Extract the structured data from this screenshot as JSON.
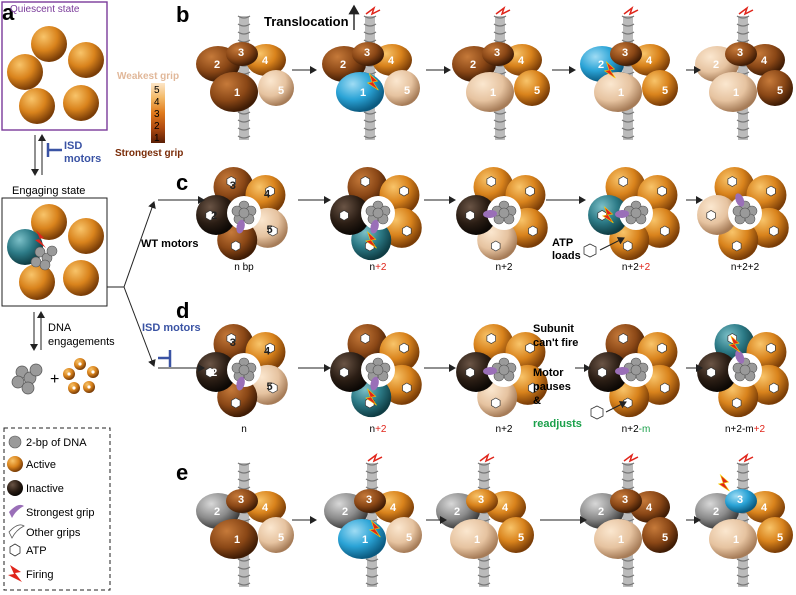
{
  "panels": {
    "a": "a",
    "b": "b",
    "c": "c",
    "d": "d",
    "e": "e"
  },
  "states": {
    "quiescent": "Quiescent state",
    "engaging": "Engaging state"
  },
  "isd_label": "ISD",
  "motors_label": "motors",
  "isd_motors": "ISD motors",
  "wt_motors": "WT motors",
  "dna_engagements_1": "DNA",
  "dna_engagements_2": "engagements",
  "translocation": "Translocation",
  "grip_scale": {
    "top": "Weakest grip",
    "bottom": "Strongest grip",
    "levels": [
      "5",
      "4",
      "3",
      "2",
      "1"
    ]
  },
  "step_labels_c": [
    {
      "base": "n bp",
      "extra": ""
    },
    {
      "base": "n",
      "extra": "+2"
    },
    {
      "base": "n+2",
      "extra": ""
    },
    {
      "base": "n+2",
      "extra": "+2"
    },
    {
      "base": "n+2+2",
      "extra": ""
    }
  ],
  "step_labels_d": [
    {
      "base": "n",
      "extra": ""
    },
    {
      "base": "n",
      "extra": "+2"
    },
    {
      "base": "n+2",
      "extra": ""
    },
    {
      "base": "n+2",
      "extra": "-m"
    },
    {
      "base": "n+2-m",
      "extra": "+2"
    }
  ],
  "atp_loads_1": "ATP",
  "atp_loads_2": "loads",
  "subunit_1": "Subunit",
  "subunit_2": "can't fire",
  "motor_1": "Motor",
  "motor_2": "pauses",
  "motor_3": "&",
  "motor_4": "readjusts",
  "subunit_numbers": [
    "1",
    "2",
    "3",
    "4",
    "5"
  ],
  "legend": [
    {
      "icon": "dna-bp-icon",
      "label": "2-bp of DNA"
    },
    {
      "icon": "active-subunit-icon",
      "label": "Active"
    },
    {
      "icon": "inactive-subunit-icon",
      "label": "Inactive"
    },
    {
      "icon": "strongest-grip-icon",
      "label": "Strongest grip"
    },
    {
      "icon": "other-grips-icon",
      "label": "Other grips"
    },
    {
      "icon": "atp-icon",
      "label": "ATP"
    },
    {
      "icon": "firing-icon",
      "label": "Firing"
    }
  ],
  "colors": {
    "active": "#d9831c",
    "inactive": "#2a1d14",
    "firing_blue": "#2aa3d6",
    "grip": "#9a6fb8",
    "isd_blue": "#3a53a4",
    "red": "#e0251b",
    "green": "#1aa04a",
    "box_purple": "#7a3a9a"
  }
}
